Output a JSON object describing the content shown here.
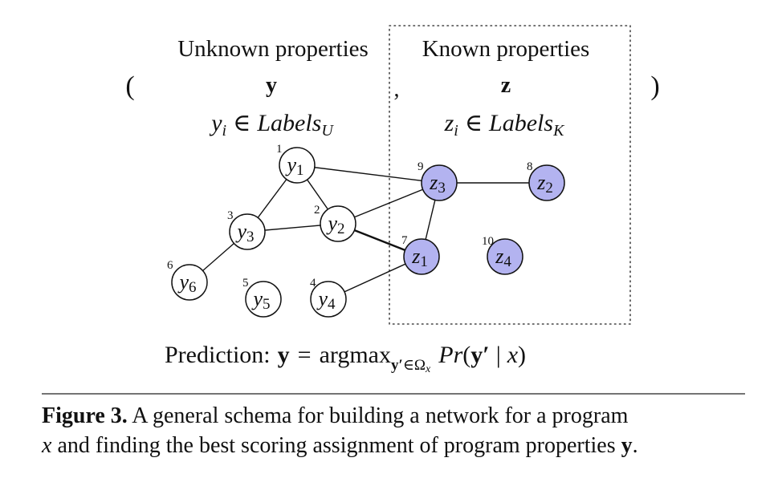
{
  "header": {
    "unknown_title": "Unknown properties",
    "known_title": "Known properties",
    "unknown_var": "y",
    "known_var": "z",
    "comma": ",",
    "paren_open": "(",
    "paren_close": ")",
    "unknown_set": {
      "var": "y",
      "sub": "i",
      "elem": "∈",
      "label": "Labels",
      "label_sub": "U"
    },
    "known_set": {
      "var": "z",
      "sub": "i",
      "elem": "∈",
      "label": "Labels",
      "label_sub": "K"
    }
  },
  "graph": {
    "nodes": [
      {
        "id": "y1",
        "var": "y",
        "sub": "1",
        "index": "1",
        "type": "unknown"
      },
      {
        "id": "y2",
        "var": "y",
        "sub": "2",
        "index": "2",
        "type": "unknown"
      },
      {
        "id": "y3",
        "var": "y",
        "sub": "3",
        "index": "3",
        "type": "unknown"
      },
      {
        "id": "y4",
        "var": "y",
        "sub": "4",
        "index": "4",
        "type": "unknown"
      },
      {
        "id": "y5",
        "var": "y",
        "sub": "5",
        "index": "5",
        "type": "unknown"
      },
      {
        "id": "y6",
        "var": "y",
        "sub": "6",
        "index": "6",
        "type": "unknown"
      },
      {
        "id": "z1",
        "var": "z",
        "sub": "1",
        "index": "7",
        "type": "known"
      },
      {
        "id": "z2",
        "var": "z",
        "sub": "2",
        "index": "8",
        "type": "known"
      },
      {
        "id": "z3",
        "var": "z",
        "sub": "3",
        "index": "9",
        "type": "known"
      },
      {
        "id": "z4",
        "var": "z",
        "sub": "4",
        "index": "10",
        "type": "known"
      }
    ],
    "edges": [
      [
        "y1",
        "z3"
      ],
      [
        "y1",
        "y2"
      ],
      [
        "y1",
        "y3"
      ],
      [
        "y3",
        "y2"
      ],
      [
        "y3",
        "y6"
      ],
      [
        "y2",
        "z3"
      ],
      [
        "y2",
        "z1"
      ],
      [
        "z3",
        "z1"
      ],
      [
        "z3",
        "z2"
      ],
      [
        "y4",
        "z1"
      ]
    ]
  },
  "prediction": {
    "prefix": "Prediction:",
    "lhs": "y",
    "eq": "=",
    "op": "argmax",
    "sub_var": "y′",
    "sub_in": "∈",
    "sub_omega": "Ω",
    "sub_x": "x",
    "pr": "Pr",
    "open": "(",
    "arg_var": "y′",
    "given": "|",
    "arg_x": "x",
    "close": ")"
  },
  "caption": {
    "label": "Figure 3.",
    "text_1": "A general schema for building a network for a program",
    "var_x": "x",
    "text_2": "and finding the best scoring assignment of program properties",
    "var_y": "y",
    "end": "."
  },
  "colors": {
    "known_node_fill": "#b3b3f0",
    "unknown_node_fill": "#ffffff",
    "stroke": "#111111"
  }
}
